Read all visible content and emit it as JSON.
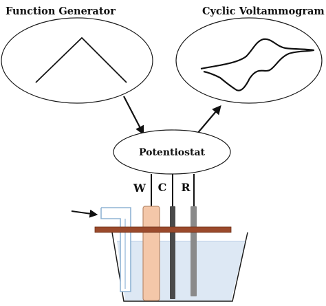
{
  "labels": {
    "function_generator": "Function Generator",
    "cyclic_voltammogram": "Cyclic Voltammogram",
    "potentiostat": "Potentiostat",
    "working_electrode": "W",
    "counter_electrode": "C",
    "reference_electrode": "R"
  },
  "colors": {
    "outline": "#1a1a1a",
    "working_electrode": "#f4c7a9",
    "working_electrode_border": "#b98a6c",
    "counter_electrode": "#4a4a4a",
    "reference_electrode": "#8a8a8a",
    "lid": "#9b4a2c",
    "solution": "#d9e6f3",
    "tube": "#8fb3d4"
  },
  "icons": {
    "input_arrow": "arrow-right-icon"
  }
}
